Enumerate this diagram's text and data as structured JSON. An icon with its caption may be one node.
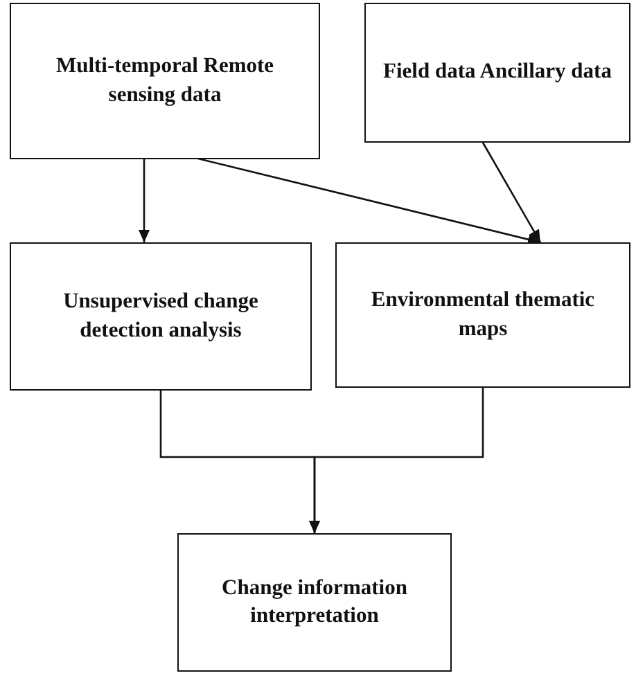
{
  "diagram": {
    "nodes": [
      {
        "text": [
          "Multi-temporal Remote sensing data"
        ]
      },
      {
        "text": [
          "Field data Ancillary data"
        ]
      },
      {
        "text": [
          "Unsupervised change detection analysis"
        ]
      },
      {
        "text": [
          "Environmental thematic maps"
        ]
      },
      {
        "text": [
          "Change information interpretation"
        ]
      }
    ],
    "edges": [
      {
        "from": 0,
        "to": 2,
        "arrow": "to"
      },
      {
        "from": 0,
        "to": 3,
        "arrow": "to"
      },
      {
        "from": 1,
        "to": 3,
        "arrow": "to"
      },
      {
        "from": 2,
        "to": 4,
        "arrow": "to"
      },
      {
        "from": 3,
        "to": 4,
        "arrow": "to"
      }
    ]
  }
}
